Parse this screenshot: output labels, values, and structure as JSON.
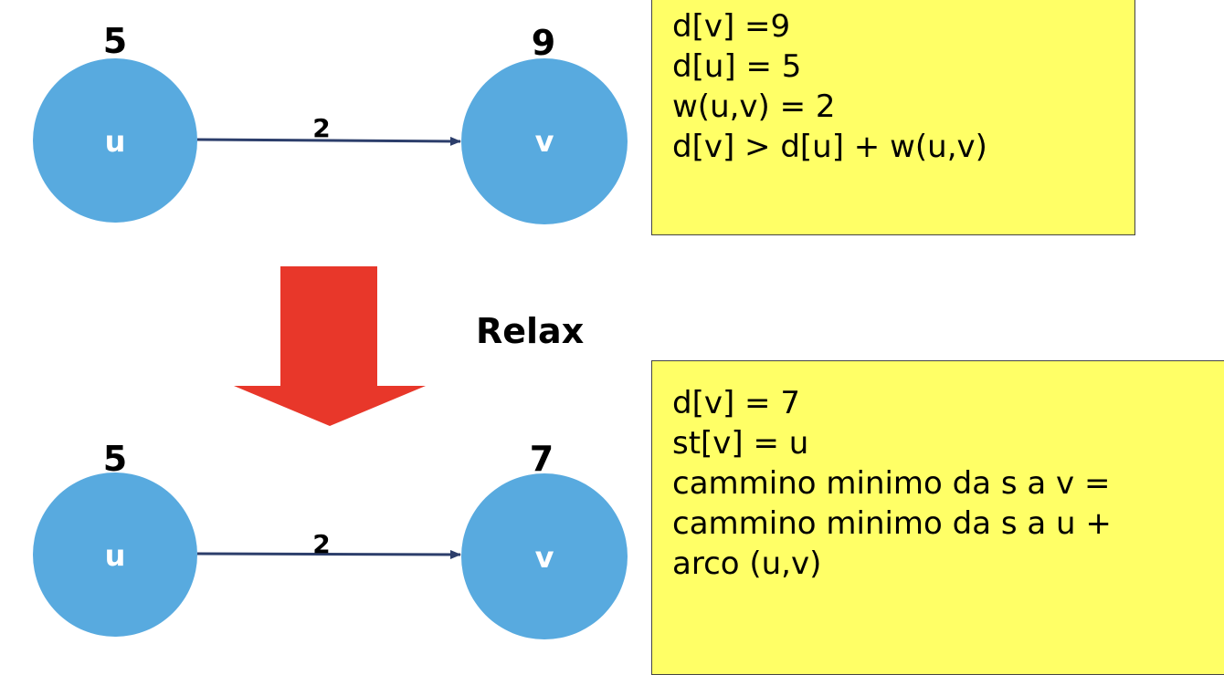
{
  "colors": {
    "node": "#58aadf",
    "edge": "#2c3e6b",
    "relax_arrow": "#e8372a",
    "note_background": "#ffff66"
  },
  "before": {
    "u": {
      "name": "u",
      "dist": "5"
    },
    "v": {
      "name": "v",
      "dist": "9"
    },
    "edge_weight": "2"
  },
  "after": {
    "u": {
      "name": "u",
      "dist": "5"
    },
    "v": {
      "name": "v",
      "dist": "7"
    },
    "edge_weight": "2"
  },
  "relax_label": "Relax",
  "note_top": {
    "lines": [
      "d[v] =9",
      "d[u] = 5",
      "w(u,v) = 2",
      "d[v] > d[u] + w(u,v)"
    ]
  },
  "note_bottom": {
    "lines": [
      "d[v] = 7",
      "st[v] = u",
      "cammino minimo da s a v =",
      "cammino minimo da s a u +",
      "arco (u,v)"
    ]
  }
}
